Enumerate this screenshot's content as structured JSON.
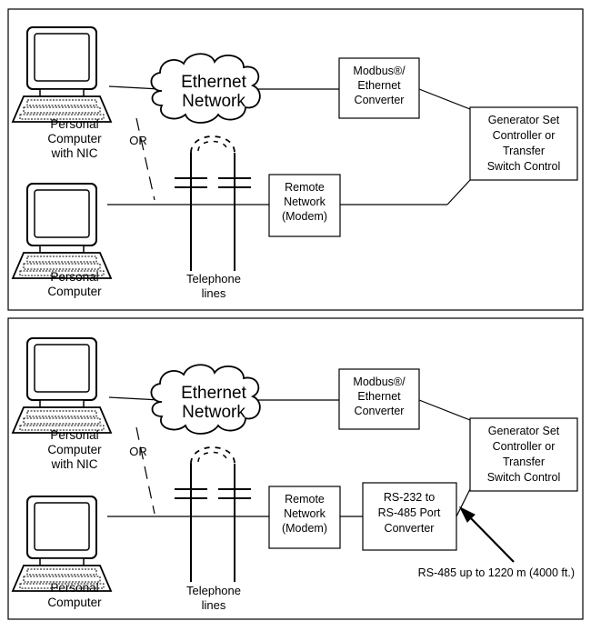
{
  "top": {
    "pc1_label": [
      "Personal",
      "Computer",
      "with NIC"
    ],
    "pc2_label": [
      "Personal",
      "Computer"
    ],
    "or_label": "OR",
    "cloud_label": [
      "Ethernet",
      "Network"
    ],
    "converter_label": [
      "Modbus®/",
      "Ethernet",
      "Converter"
    ],
    "controller_label": [
      "Generator Set",
      "Controller or",
      "Transfer",
      "Switch Control"
    ],
    "modem_label": [
      "Remote",
      "Network",
      "(Modem)"
    ],
    "phone_label": [
      "Telephone",
      "lines"
    ]
  },
  "bottom": {
    "pc1_label": [
      "Personal",
      "Computer",
      "with NIC"
    ],
    "pc2_label": [
      "Personal",
      "Computer"
    ],
    "or_label": "OR",
    "cloud_label": [
      "Ethernet",
      "Network"
    ],
    "converter_label": [
      "Modbus®/",
      "Ethernet",
      "Converter"
    ],
    "controller_label": [
      "Generator Set",
      "Controller or",
      "Transfer",
      "Switch Control"
    ],
    "modem_label": [
      "Remote",
      "Network",
      "(Modem)"
    ],
    "rs_converter_label": [
      "RS-232 to",
      "RS-485 Port",
      "Converter"
    ],
    "phone_label": [
      "Telephone",
      "lines"
    ],
    "callout": "RS-485 up to 1220 m (4000 ft.)"
  }
}
